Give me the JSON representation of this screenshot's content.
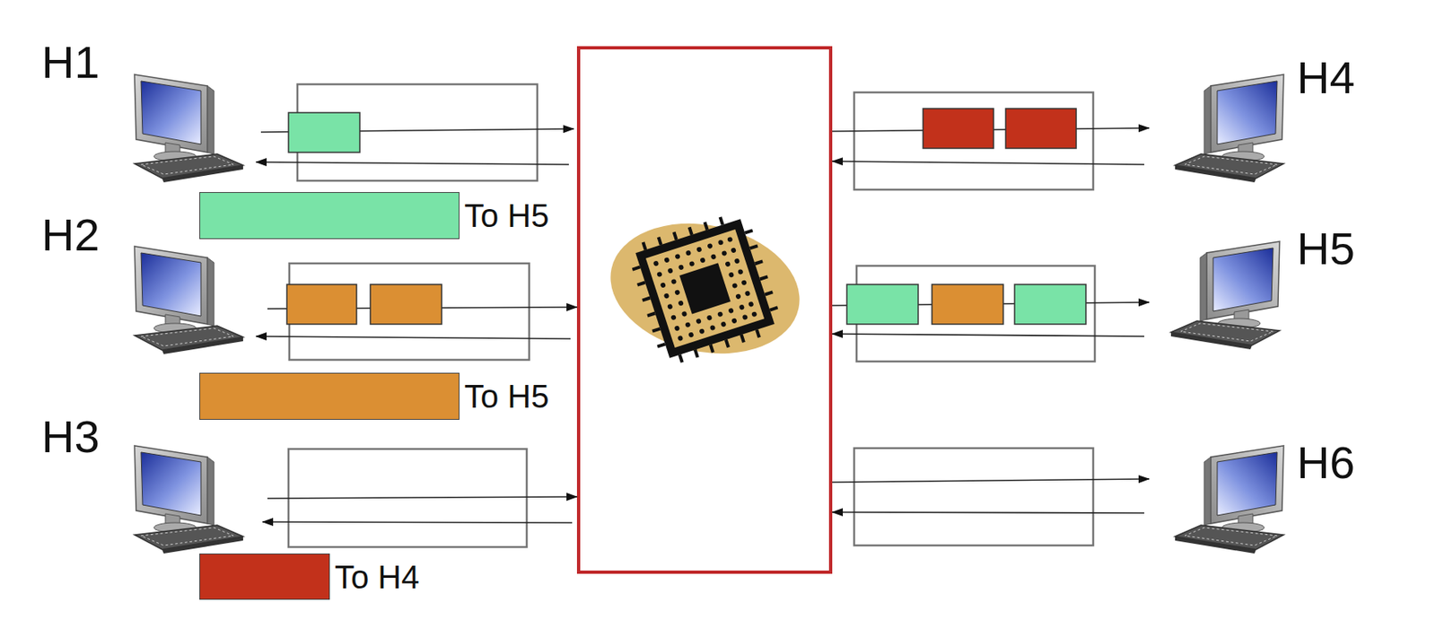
{
  "diagram": {
    "nodes": [
      {
        "text": [
          "To H5"
        ]
      },
      {
        "text": [
          "To H5"
        ]
      },
      {
        "text": [
          "To H4"
        ]
      }
    ],
    "labels": [
      "H1",
      "H2",
      "H3",
      "H4",
      "H5",
      "H6"
    ]
  }
}
